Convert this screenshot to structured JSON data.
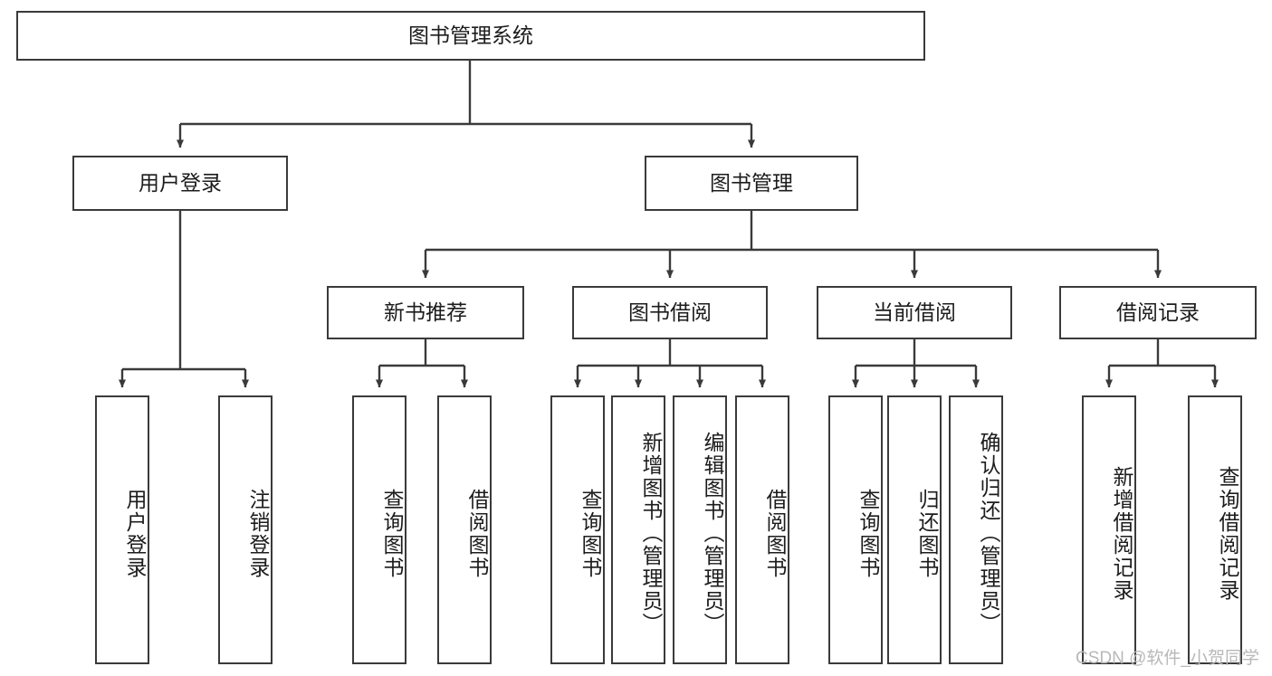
{
  "diagram": {
    "title": "图书管理系统",
    "watermark": "CSDN @软件_小贺同学",
    "colors": {
      "border": "#3a3a3a",
      "text": "#1c1c1c",
      "background": "#ffffff",
      "edge": "#3a3a3a",
      "watermark": "#b8b8b8"
    },
    "nodes": {
      "root": "图书管理系统",
      "user_login": "用户登录",
      "book_management": "图书管理",
      "new_book_recommend": "新书推荐",
      "book_borrow": "图书借阅",
      "current_borrow": "当前借阅",
      "borrow_record": "借阅记录",
      "leaf_user_login": "用户登录",
      "leaf_logout_login": "注销登录",
      "leaf_query_book_1": "查询图书",
      "leaf_borrow_book_1": "借阅图书",
      "leaf_query_book_2": "查询图书",
      "leaf_add_book_admin": "新增图书（管理员）",
      "leaf_edit_book_admin": "编辑图书（管理员）",
      "leaf_borrow_book_2": "借阅图书",
      "leaf_query_book_3": "查询图书",
      "leaf_return_book": "归还图书",
      "leaf_confirm_return_admin": "确认归还（管理员）",
      "leaf_add_borrow_record": "新增借阅记录",
      "leaf_query_borrow_record": "查询借阅记录"
    }
  }
}
